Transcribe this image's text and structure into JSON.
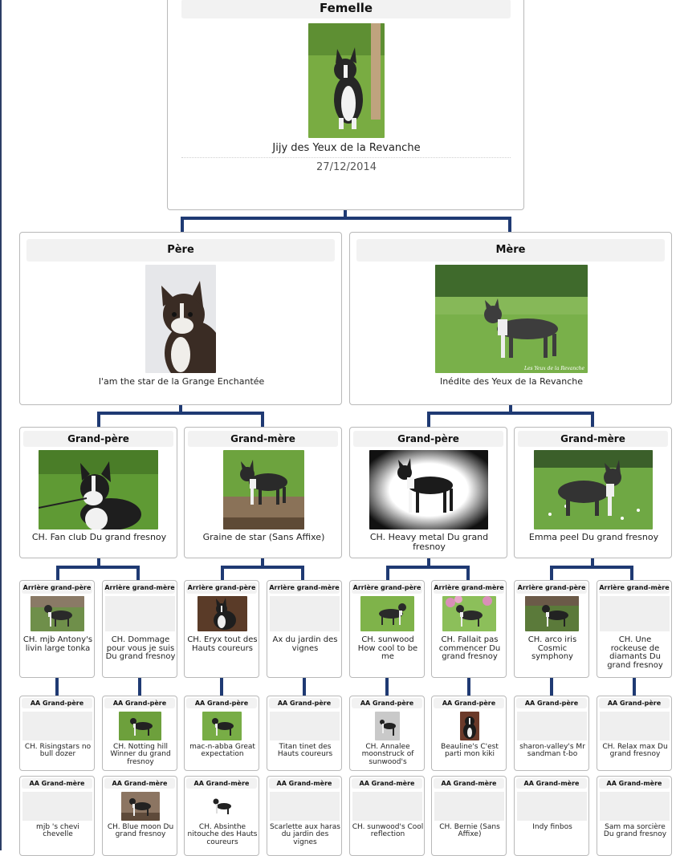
{
  "root": {
    "header": "Femelle",
    "name": "Jijy des Yeux de la Revanche",
    "date": "27/12/2014"
  },
  "parents": [
    {
      "header": "Père",
      "name": "I'am the star de la Grange Enchantée"
    },
    {
      "header": "Mère",
      "name": "Inédite des Yeux de la Revanche",
      "photo_caption": "Les Yeux de la Revanche"
    }
  ],
  "grandparents": [
    {
      "header": "Grand-père",
      "name": "CH. Fan club Du grand fresnoy"
    },
    {
      "header": "Grand-mère",
      "name": "Graine de star (Sans Affixe)"
    },
    {
      "header": "Grand-père",
      "name": "CH. Heavy metal Du grand fresnoy"
    },
    {
      "header": "Grand-mère",
      "name": "Emma peel Du grand fresnoy"
    }
  ],
  "great_grandparents": [
    {
      "header": "Arrière grand-père",
      "name": "CH. mjb Antony's livin large tonka"
    },
    {
      "header": "Arrière grand-mère",
      "name": "CH. Dommage pour vous je suis Du grand fresnoy"
    },
    {
      "header": "Arrière grand-père",
      "name": "CH. Eryx tout des Hauts coureurs"
    },
    {
      "header": "Arrière grand-mère",
      "name": "Ax du jardin des vignes"
    },
    {
      "header": "Arrière grand-père",
      "name": "CH. sunwood How cool to be me"
    },
    {
      "header": "Arrière grand-mère",
      "name": "CH. Fallait pas commencer Du grand fresnoy"
    },
    {
      "header": "Arrière grand-père",
      "name": "CH. arco iris Cosmic symphony"
    },
    {
      "header": "Arrière grand-mère",
      "name": "CH. Une rockeuse de diamants Du grand fresnoy"
    }
  ],
  "aa_grandpere": [
    {
      "header": "AA Grand-père",
      "name": "CH. Risingstars no bull dozer"
    },
    {
      "header": "AA Grand-père",
      "name": "CH. Notting hill Winner du grand fresnoy"
    },
    {
      "header": "AA Grand-père",
      "name": "mac-n-abba Great expectation"
    },
    {
      "header": "AA Grand-père",
      "name": "Titan tinet des Hauts coureurs"
    },
    {
      "header": "AA Grand-père",
      "name": "CH. Annalee moonstruck of sunwood's"
    },
    {
      "header": "AA Grand-père",
      "name": "Beauline's C'est parti mon kiki"
    },
    {
      "header": "AA Grand-père",
      "name": "sharon-valley's Mr sandman t-bo"
    },
    {
      "header": "AA Grand-père",
      "name": "CH. Relax max Du grand fresnoy"
    }
  ],
  "aa_grandmere": [
    {
      "header": "AA Grand-mère",
      "name": "mjb 's chevi chevelle"
    },
    {
      "header": "AA Grand-mère",
      "name": "CH. Blue moon Du grand fresnoy"
    },
    {
      "header": "AA Grand-mère",
      "name": "CH. Absinthe nitouche des Hauts coureurs"
    },
    {
      "header": "AA Grand-mère",
      "name": "Scarlette aux haras du jardin des vignes"
    },
    {
      "header": "AA Grand-mère",
      "name": "CH. sunwood's Cool reflection"
    },
    {
      "header": "AA Grand-mère",
      "name": "CH. Bernie (Sans Affixe)"
    },
    {
      "header": "AA Grand-mère",
      "name": "Indy finbos"
    },
    {
      "header": "AA Grand-mère",
      "name": "Sam ma sorcière Du grand fresnoy"
    }
  ],
  "colors": {
    "connector": "#1f3a73",
    "card_border": "#b9b9b9",
    "header_bg": "#f2f2f2",
    "grass": "#6fa23a"
  }
}
